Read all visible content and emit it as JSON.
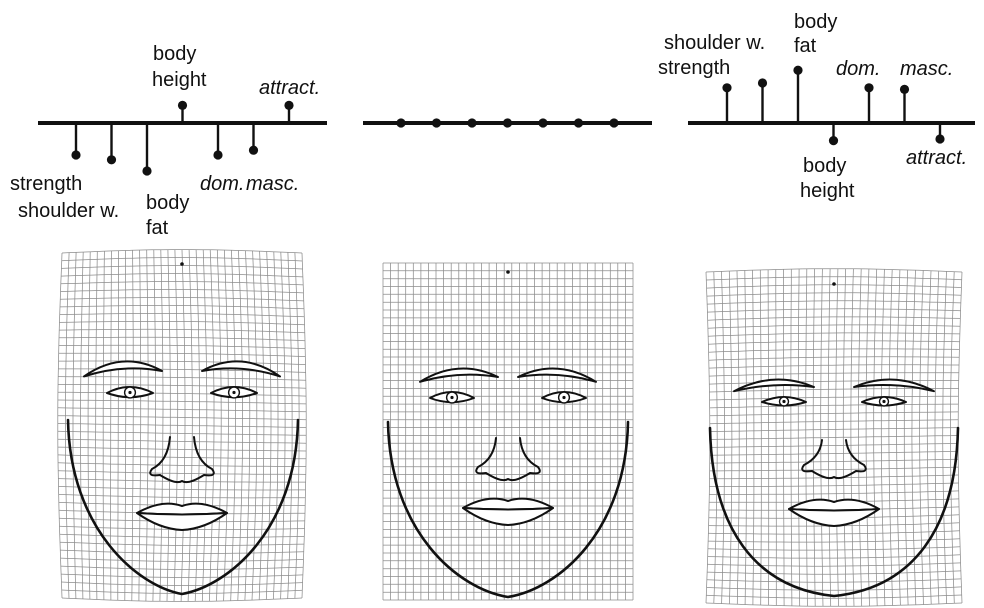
{
  "panels": [
    {
      "id": "left",
      "traits": [
        {
          "label": [
            "strength"
          ],
          "italic": false,
          "value": -1.0
        },
        {
          "label": [
            "shoulder w."
          ],
          "italic": false,
          "value": -1.15
        },
        {
          "label": [
            "body",
            "fat"
          ],
          "italic": false,
          "value": -1.5
        },
        {
          "label": [
            "body",
            "height"
          ],
          "italic": false,
          "value": 0.55
        },
        {
          "label": [
            "dom."
          ],
          "italic": true,
          "value": -1.0
        },
        {
          "label": [
            "masc."
          ],
          "italic": true,
          "value": -0.85
        },
        {
          "label": [
            "attract."
          ],
          "italic": true,
          "value": 0.55
        }
      ]
    },
    {
      "id": "center",
      "traits": [
        {
          "label": [],
          "italic": false,
          "value": 0
        },
        {
          "label": [],
          "italic": false,
          "value": 0
        },
        {
          "label": [],
          "italic": false,
          "value": 0
        },
        {
          "label": [],
          "italic": false,
          "value": 0
        },
        {
          "label": [],
          "italic": false,
          "value": 0
        },
        {
          "label": [],
          "italic": false,
          "value": 0
        },
        {
          "label": [],
          "italic": false,
          "value": 0
        }
      ]
    },
    {
      "id": "right",
      "traits": [
        {
          "label": [
            "strength"
          ],
          "italic": false,
          "value": 1.1
        },
        {
          "label": [
            "shoulder w."
          ],
          "italic": false,
          "value": 1.25
        },
        {
          "label": [
            "body",
            "fat"
          ],
          "italic": false,
          "value": 1.65
        },
        {
          "label": [
            "body",
            "height"
          ],
          "italic": false,
          "value": -0.55
        },
        {
          "label": [
            "dom."
          ],
          "italic": true,
          "value": 1.1
        },
        {
          "label": [
            "masc."
          ],
          "italic": true,
          "value": 1.05
        },
        {
          "label": [
            "attract."
          ],
          "italic": true,
          "value": -0.5
        }
      ]
    }
  ],
  "faces": [
    {
      "id": "feminized-face",
      "jaw": "wide",
      "brows": "thin-high"
    },
    {
      "id": "average-face",
      "jaw": "medium",
      "brows": "medium"
    },
    {
      "id": "masculinized-face",
      "jaw": "square",
      "brows": "thick-low"
    }
  ]
}
